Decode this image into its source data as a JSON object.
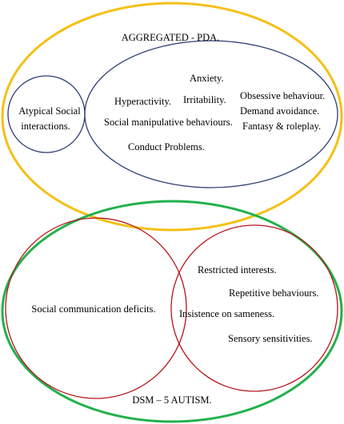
{
  "colors": {
    "pda_outline": "#F5C016",
    "autism_outline": "#22B14C",
    "pda_inner_outline": "#2F3F74",
    "autism_inner_outline": "#B3151C",
    "text": "#000000"
  },
  "pda": {
    "title": "AGGREGATED - PDA.",
    "atypical_social_line1": "Atypical Social",
    "atypical_social_line2": "interactions.",
    "features": {
      "anxiety": "Anxiety.",
      "hyperactivity": "Hyperactivity.",
      "irritability": "Irritability.",
      "social_manipulative": "Social manipulative behaviours.",
      "conduct_problems": "Conduct Problems.",
      "obsessive": "Obsessive behaviour.",
      "demand_avoidance": "Demand avoidance.",
      "fantasy": "Fantasy & roleplay."
    }
  },
  "autism": {
    "title": "DSM – 5 AUTISM.",
    "social_communication": "Social communication deficits.",
    "features": {
      "restricted_interests": "Restricted interests.",
      "repetitive": "Repetitive behaviours.",
      "sameness": "Insistence on sameness.",
      "sensory": "Sensory sensitivities."
    }
  }
}
